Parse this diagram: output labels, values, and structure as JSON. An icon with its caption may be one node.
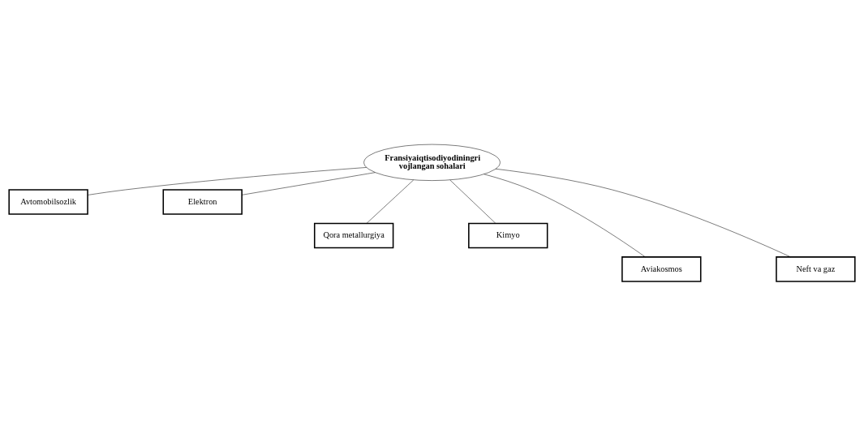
{
  "diagram": {
    "nodes": [
      {
        "text": [
          "Fransiyaiqtisodiyodiningri vojlangan sohalari"
        ]
      },
      {
        "text": [
          "Avtomobilsozlik"
        ]
      },
      {
        "text": [
          "Elektron"
        ]
      },
      {
        "text": [
          "Qora metallurgiya"
        ]
      },
      {
        "text": [
          "Kimyo"
        ]
      },
      {
        "text": [
          "Aviakosmos"
        ]
      },
      {
        "text": [
          "Neft va gaz"
        ]
      }
    ],
    "edges": [
      {
        "from": 0,
        "to": 1,
        "arrow": "none"
      },
      {
        "from": 0,
        "to": 2,
        "arrow": "none"
      },
      {
        "from": 0,
        "to": 3,
        "arrow": "none"
      },
      {
        "from": 0,
        "to": 4,
        "arrow": "none"
      },
      {
        "from": 0,
        "to": 5,
        "arrow": "none"
      },
      {
        "from": 0,
        "to": 6,
        "arrow": "none"
      }
    ]
  }
}
